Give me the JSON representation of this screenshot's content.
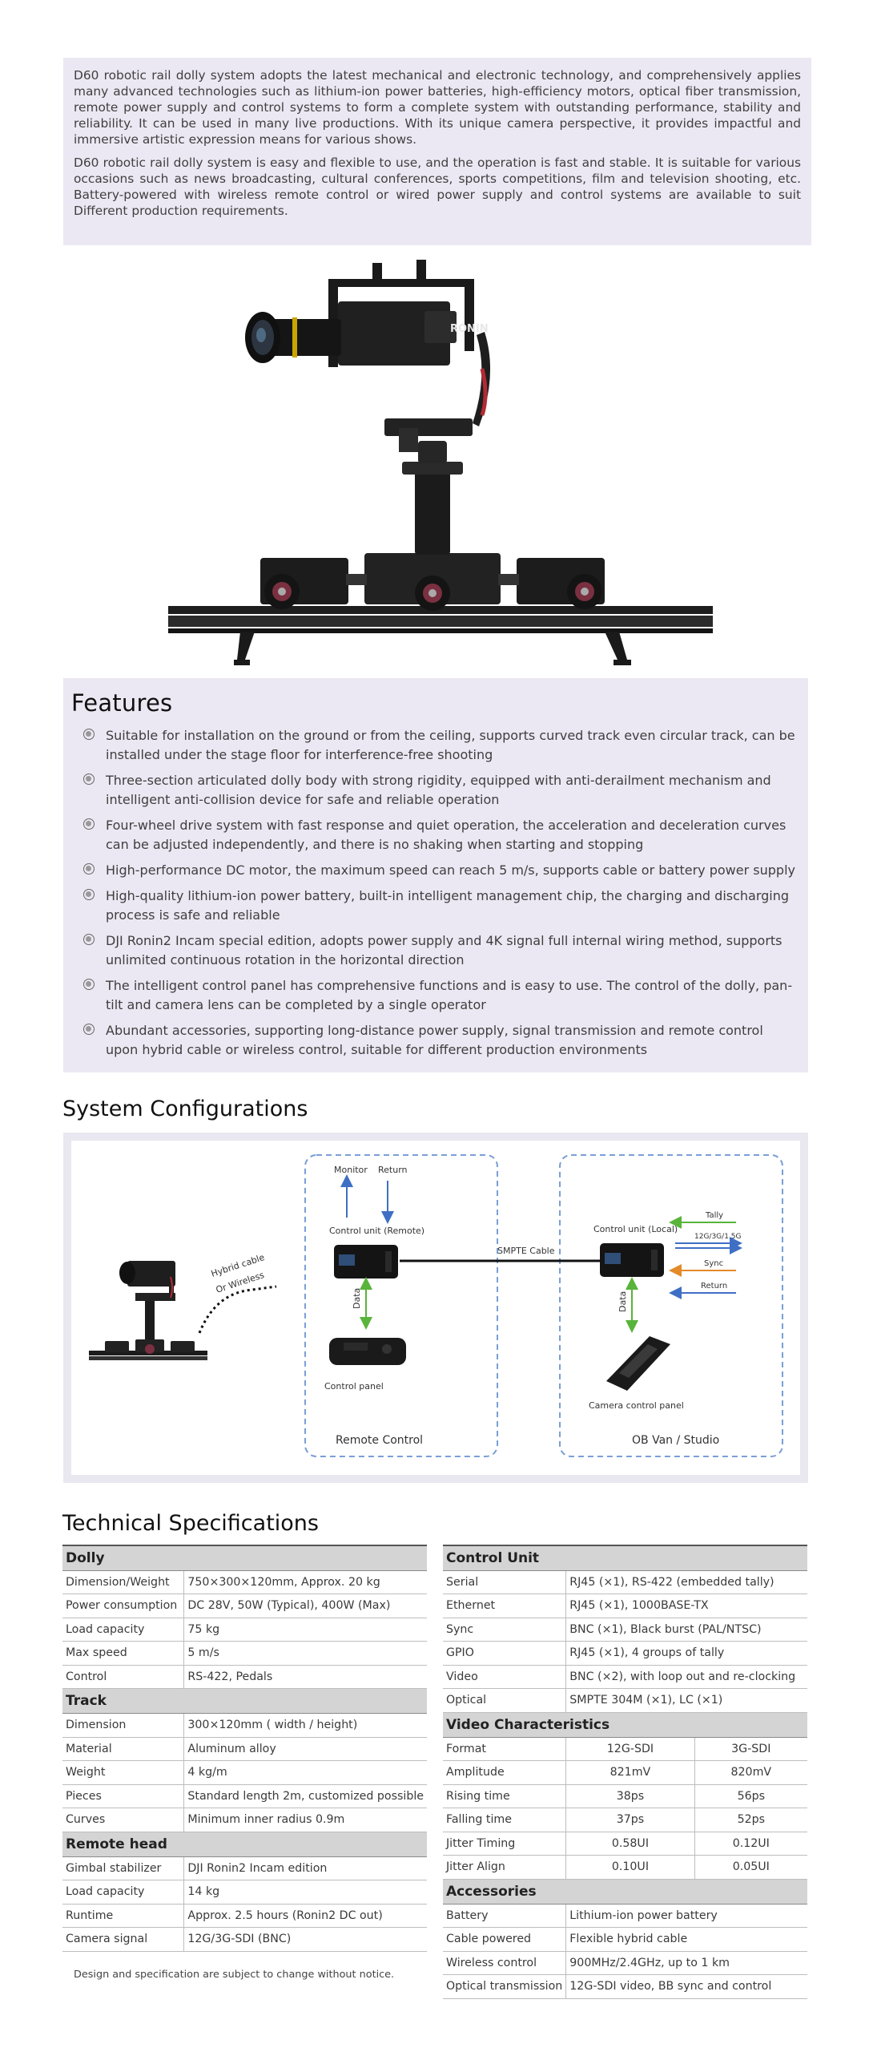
{
  "intro": {
    "p1": "D60 robotic rail dolly system adopts the latest mechanical and electronic technology, and comprehensively applies many advanced technologies such as lithium-ion power batteries, high-efficiency motors, optical fiber transmission, remote power supply and control systems to form a complete system with outstanding performance, stability and reliability. It can be used in many live productions. With its unique camera perspective, it provides impactful and immersive artistic expression means for various shows.",
    "p2": "D60 robotic rail dolly system is easy and flexible to use, and the operation is fast and stable. It is suitable for various occasions such as news broadcasting, cultural conferences, sports competitions, film and television shooting, etc. Battery-powered with wireless remote control or wired power supply and control systems are available to suit Different production requirements."
  },
  "hero": {
    "brand": "RONIN"
  },
  "features": {
    "title": "Features",
    "items": [
      "Suitable for installation on the ground or from the ceiling, supports curved track even circular track, can be installed under the stage floor for interference-free shooting",
      "Three-section articulated dolly body with strong rigidity, equipped with anti-derailment mechanism and intelligent anti-collision device for safe and reliable operation",
      "Four-wheel drive system with fast response and quiet operation, the acceleration and deceleration curves can be adjusted independently, and there is no shaking when starting and stopping",
      "High-performance DC motor, the maximum speed can reach 5 m/s, supports cable or battery power supply",
      "High-quality lithium-ion power battery, built-in intelligent management chip, the charging and discharging process is safe and reliable",
      "DJI Ronin2 Incam special edition, adopts power supply and 4K signal full internal wiring method, supports unlimited continuous rotation in the horizontal direction",
      "The intelligent control panel has comprehensive functions and is easy to use. The control of the dolly, pan-tilt and camera lens can be completed by a single operator",
      "Abundant accessories, supporting long-distance power supply, signal transmission and remote control upon hybrid cable or wireless control, suitable for different production environments"
    ]
  },
  "config": {
    "title": "System Configurations",
    "monitor": "Monitor",
    "return_left": "Return",
    "cu_remote": "Control unit (Remote)",
    "hybrid1": "Hybrid cable",
    "hybrid2": "Or Wireless",
    "data_left": "Data",
    "control_panel": "Control panel",
    "remote_control": "Remote Control",
    "smpte": "SMPTE Cable",
    "cu_local": "Control unit (Local)",
    "tally": "Tally",
    "sdi": "12G/3G/1.5G",
    "sync": "Sync",
    "return_right": "Return",
    "data_right": "Data",
    "ccp": "Camera control panel",
    "obvan": "OB Van / Studio",
    "colors": {
      "dash": "#7a9fd6",
      "up": "#3f6fc5",
      "green": "#58b43a",
      "orange": "#e38a2a"
    }
  },
  "specs": {
    "title": "Technical Specifications",
    "note": "Design and specification are subject to change without notice.",
    "dolly": {
      "title": "Dolly",
      "rows": [
        [
          "Dimension/Weight",
          "750×300×120mm,  Approx. 20 kg"
        ],
        [
          "Power consumption",
          "DC 28V,  50W (Typical),  400W (Max)"
        ],
        [
          "Load capacity",
          "75 kg"
        ],
        [
          "Max speed",
          "5 m/s"
        ],
        [
          "Control",
          "RS-422,  Pedals"
        ]
      ]
    },
    "track": {
      "title": "Track",
      "rows": [
        [
          "Dimension",
          "300×120mm  ( width / height)"
        ],
        [
          "Material",
          "Aluminum alloy"
        ],
        [
          "Weight",
          "4 kg/m"
        ],
        [
          "Pieces",
          "Standard length 2m, customized possible"
        ],
        [
          "Curves",
          "Minimum inner radius 0.9m"
        ]
      ]
    },
    "head": {
      "title": "Remote head",
      "rows": [
        [
          "Gimbal stabilizer",
          "DJI Ronin2 Incam edition"
        ],
        [
          "Load capacity",
          "14 kg"
        ],
        [
          "Runtime",
          "Approx. 2.5 hours  (Ronin2 DC out)"
        ],
        [
          "Camera signal",
          "12G/3G-SDI (BNC)"
        ]
      ]
    },
    "control_unit": {
      "title": "Control Unit",
      "rows": [
        [
          "Serial",
          "RJ45 (×1),  RS-422 (embedded tally)"
        ],
        [
          "Ethernet",
          "RJ45 (×1),  1000BASE-TX"
        ],
        [
          "Sync",
          "BNC (×1),  Black burst (PAL/NTSC)"
        ],
        [
          "GPIO",
          "RJ45 (×1),  4 groups of tally"
        ],
        [
          "Video",
          "BNC (×2),  with loop out and re-clocking"
        ],
        [
          "Optical",
          "SMPTE 304M (×1),  LC (×1)"
        ]
      ]
    },
    "video": {
      "title": "Video Characteristics",
      "rows": [
        [
          "Format",
          "12G-SDI",
          "3G-SDI"
        ],
        [
          "Amplitude",
          "821mV",
          "820mV"
        ],
        [
          "Rising time",
          "38ps",
          "56ps"
        ],
        [
          "Falling time",
          "37ps",
          "52ps"
        ],
        [
          "Jitter Timing",
          "0.58UI",
          "0.12UI"
        ],
        [
          "Jitter Align",
          "0.10UI",
          "0.05UI"
        ]
      ]
    },
    "accessories": {
      "title": "Accessories",
      "rows": [
        [
          "Battery",
          "Lithium-ion power battery"
        ],
        [
          "Cable powered",
          "Flexible hybrid cable"
        ],
        [
          "Wireless control",
          "900MHz/2.4GHz,  up to 1 km"
        ],
        [
          "Optical transmission",
          "12G-SDI video, BB sync and control"
        ]
      ]
    }
  }
}
